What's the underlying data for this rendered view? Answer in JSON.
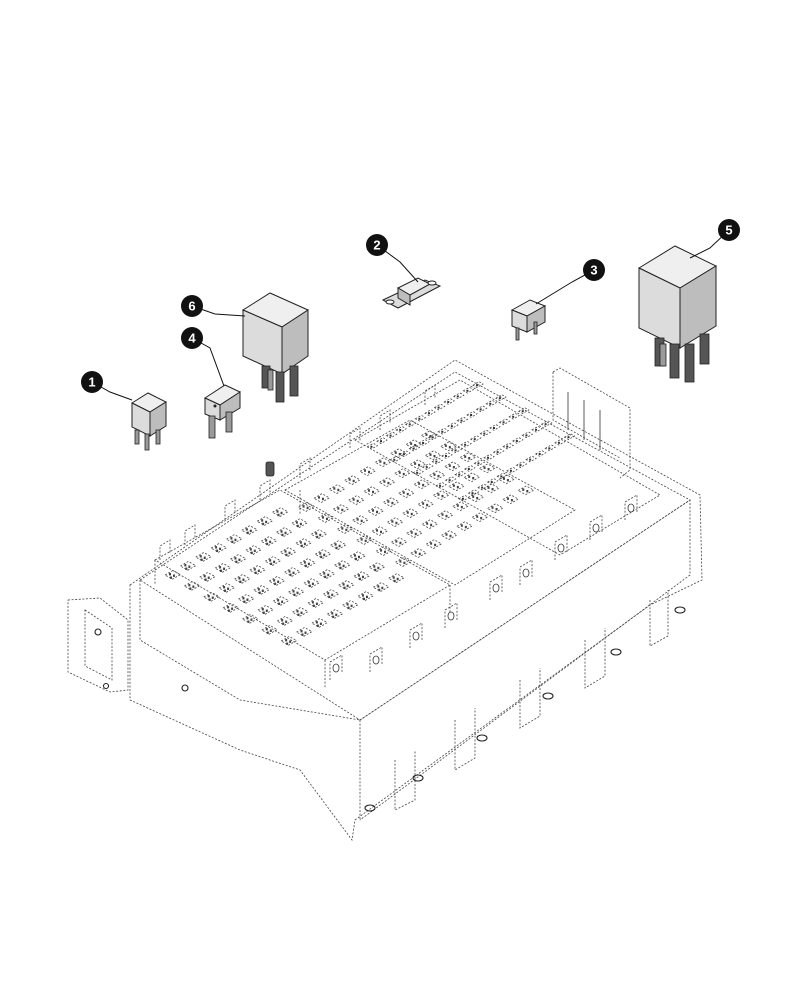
{
  "callouts": [
    {
      "id": "1",
      "part": "mini-relay"
    },
    {
      "id": "2",
      "part": "bolt-on-fuse"
    },
    {
      "id": "3",
      "part": "blade-fuse"
    },
    {
      "id": "4",
      "part": "mini-fuse"
    },
    {
      "id": "5",
      "part": "large-relay"
    },
    {
      "id": "6",
      "part": "relay"
    }
  ]
}
